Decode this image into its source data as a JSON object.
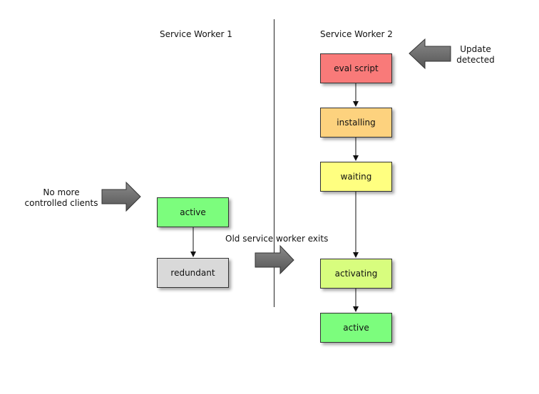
{
  "headings": {
    "sw1": "Service Worker 1",
    "sw2": "Service Worker 2"
  },
  "sw1_states": {
    "active": "active",
    "redundant": "redundant"
  },
  "sw2_states": {
    "eval_script": "eval script",
    "installing": "installing",
    "waiting": "waiting",
    "activating": "activating",
    "active": "active"
  },
  "notes": {
    "update_detected_line1": "Update",
    "update_detected_line2": "detected",
    "no_clients_line1": "No more",
    "no_clients_line2": "controlled clients",
    "old_worker_exits": "Old service worker exits"
  },
  "colors": {
    "red": "#f97a79",
    "orange": "#fdd27e",
    "yellow": "#ffff80",
    "lime": "#d8fd7e",
    "green": "#7cfd7d",
    "gray": "#d9d9d9",
    "block_arrow": "#6e6e6e"
  }
}
